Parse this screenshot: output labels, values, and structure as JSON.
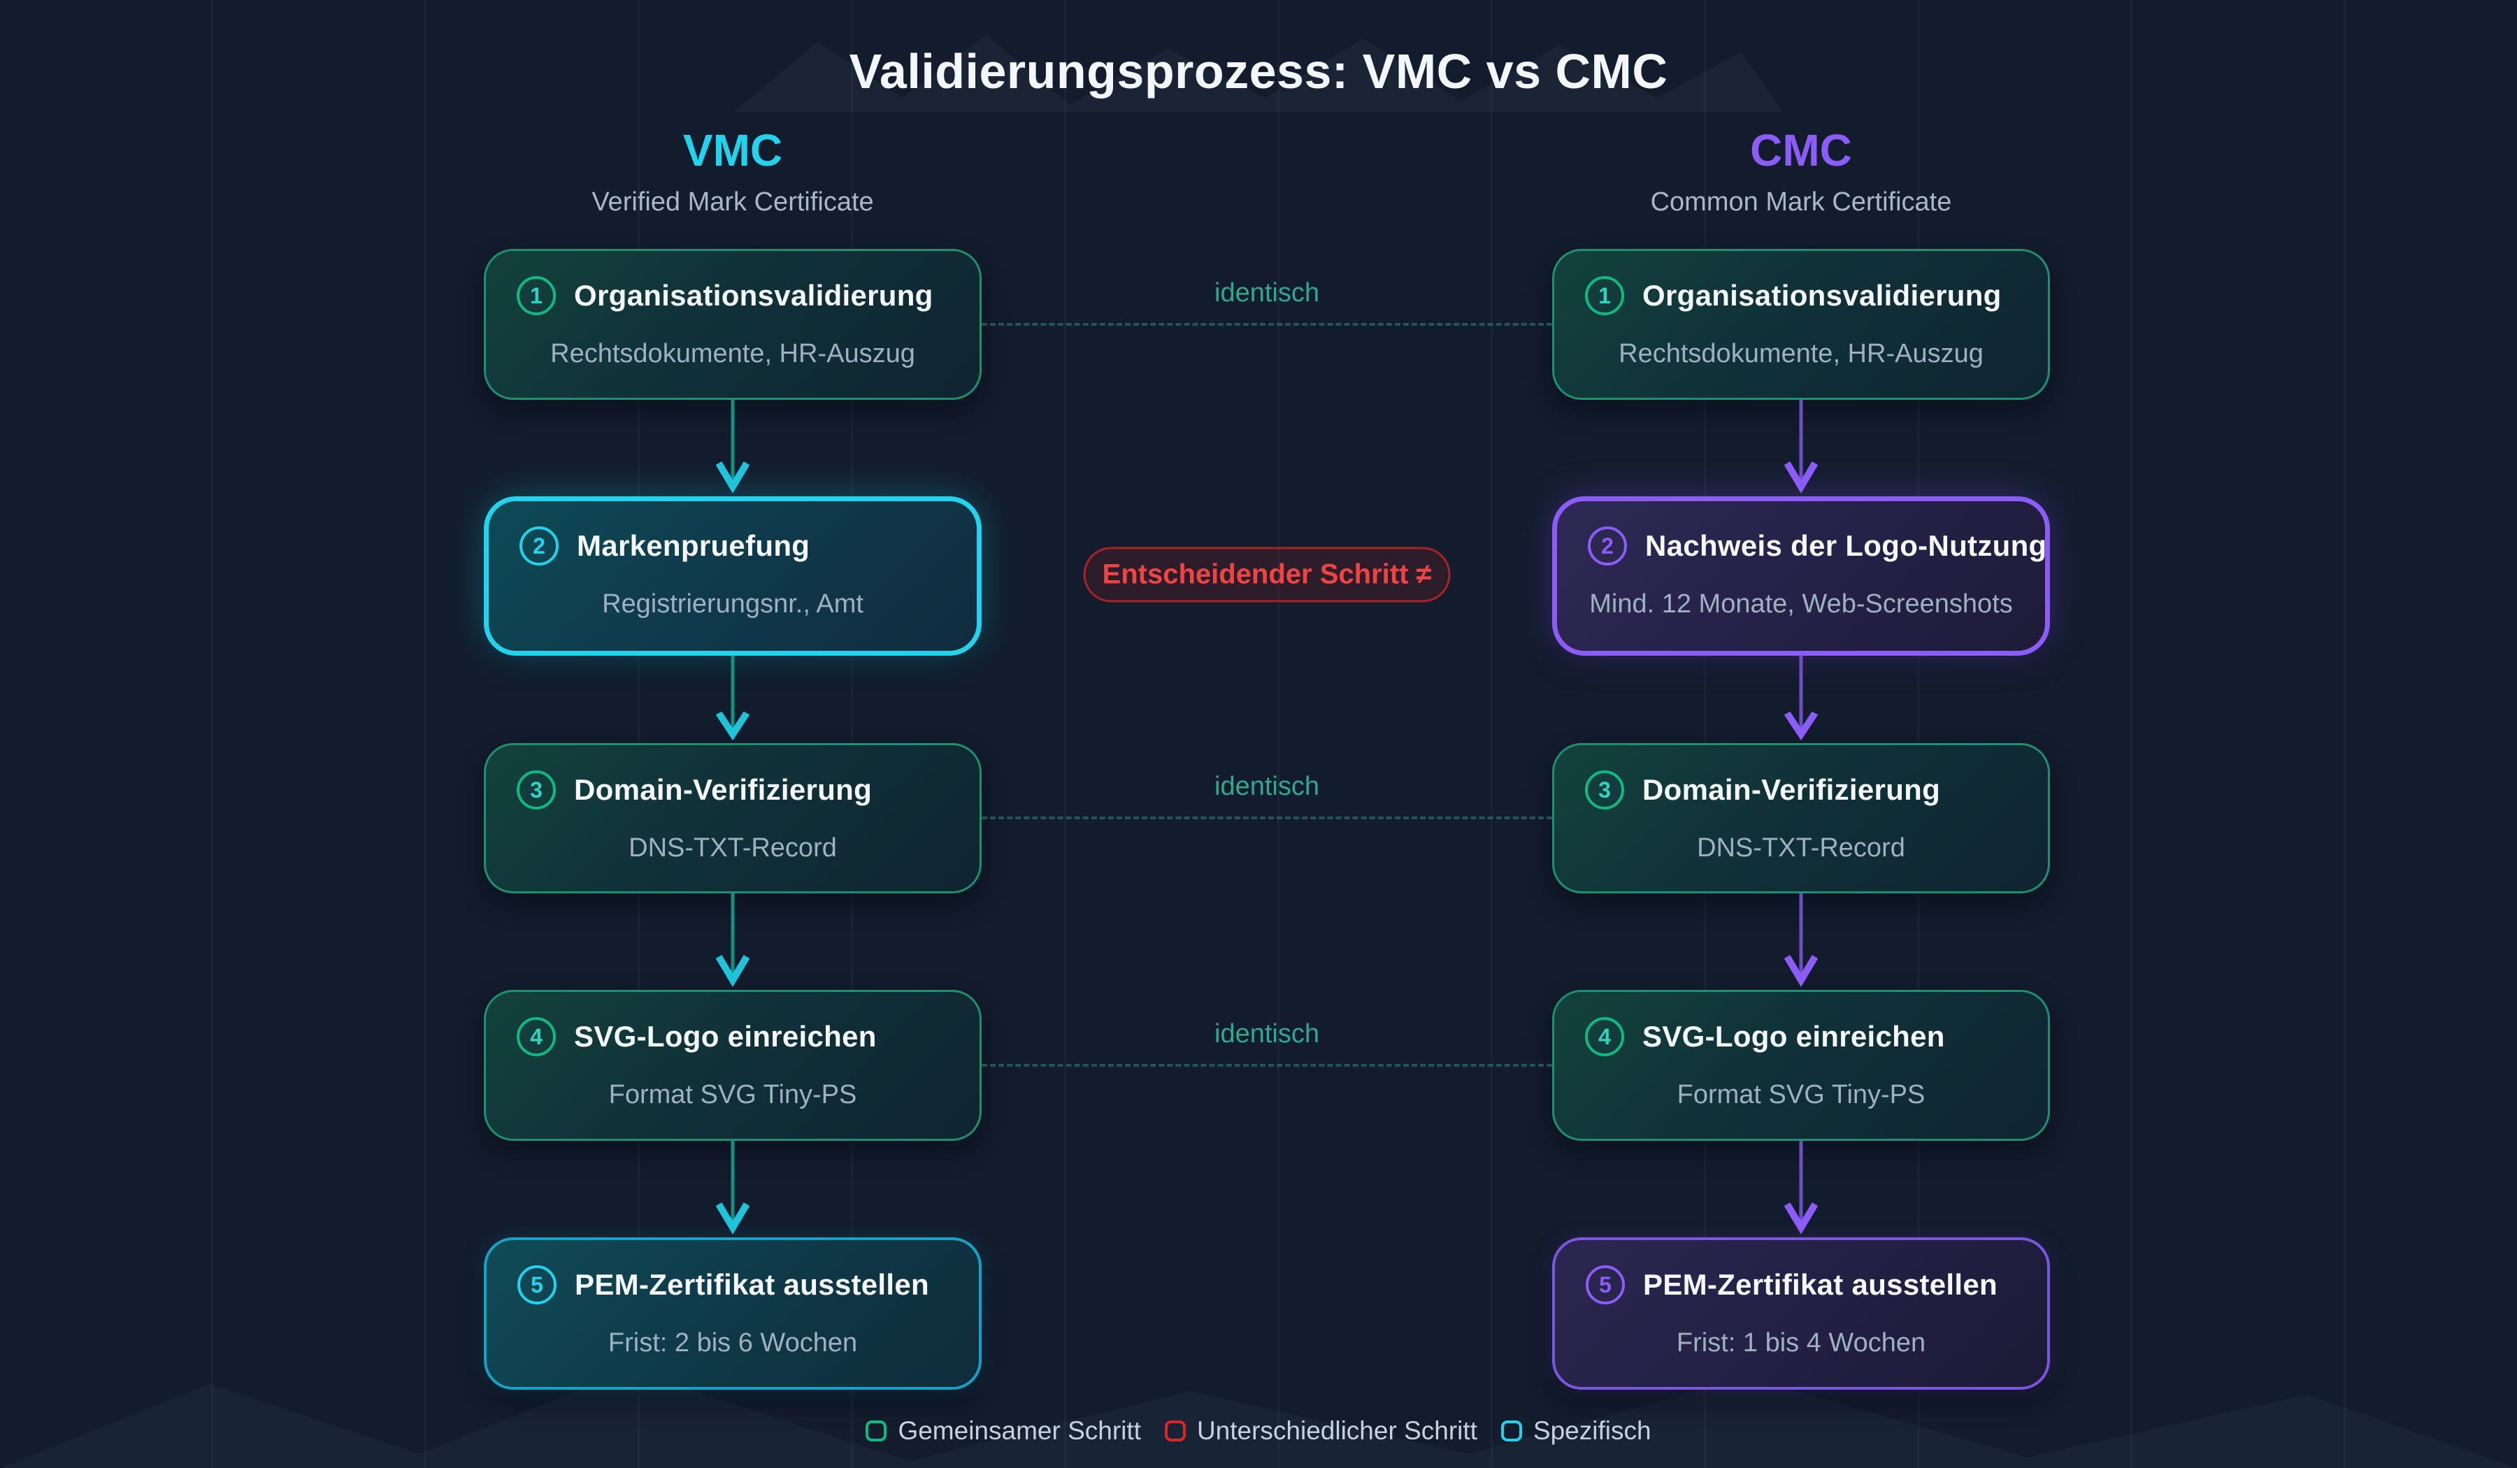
{
  "title": "Validierungsprozess: VMC vs CMC",
  "columns": {
    "vmc": {
      "abbr": "VMC",
      "name": "Verified Mark Certificate",
      "accent": "#22d3ee"
    },
    "cmc": {
      "abbr": "CMC",
      "name": "Common Mark Certificate",
      "accent": "#8b5cf6"
    }
  },
  "steps": [
    {
      "left": {
        "num": "1",
        "title": "Organisationsvalidierung",
        "subtitle": "Rechtsdokumente, HR-Auszug"
      },
      "right": {
        "num": "1",
        "title": "Organisationsvalidierung",
        "subtitle": "Rechtsdokumente, HR-Auszug"
      },
      "connector": {
        "type": "identical",
        "label": "identisch"
      }
    },
    {
      "left": {
        "num": "2",
        "title": "Markenpruefung",
        "subtitle": "Registrierungsnr., Amt"
      },
      "right": {
        "num": "2",
        "title": "Nachweis der Logo-Nutzung",
        "subtitle": "Mind. 12 Monate, Web-Screenshots"
      },
      "connector": {
        "type": "critical",
        "label": "Entscheidender Schritt ≠"
      }
    },
    {
      "left": {
        "num": "3",
        "title": "Domain-Verifizierung",
        "subtitle": "DNS-TXT-Record"
      },
      "right": {
        "num": "3",
        "title": "Domain-Verifizierung",
        "subtitle": "DNS-TXT-Record"
      },
      "connector": {
        "type": "identical",
        "label": "identisch"
      }
    },
    {
      "left": {
        "num": "4",
        "title": "SVG-Logo einreichen",
        "subtitle": "Format SVG Tiny-PS"
      },
      "right": {
        "num": "4",
        "title": "SVG-Logo einreichen",
        "subtitle": "Format SVG Tiny-PS"
      },
      "connector": {
        "type": "identical",
        "label": "identisch"
      }
    },
    {
      "left": {
        "num": "5",
        "title": "PEM-Zertifikat ausstellen",
        "subtitle": "Frist: 2 bis 6 Wochen"
      },
      "right": {
        "num": "5",
        "title": "PEM-Zertifikat ausstellen",
        "subtitle": "Frist: 1 bis 4 Wochen"
      },
      "connector": null
    }
  ],
  "legend": {
    "items": [
      {
        "label": "Gemeinsamer Schritt",
        "color": "#10b981"
      },
      {
        "label": "Unterschiedlicher Schritt",
        "color": "#dc2626"
      },
      {
        "label": "Spezifisch",
        "color": "#22d3ee"
      }
    ]
  },
  "colors": {
    "background": "#131c2d",
    "vmc_accent": "#22d3ee",
    "cmc_accent": "#8b5cf6",
    "shared_step_border": "#1f8f6f",
    "identical_label": "#30a88e",
    "critical_label": "#ef4444",
    "vmc_arrow_line": "#15907f",
    "vmc_arrow_head": "#1fc3da",
    "cmc_arrow_line": "#6d4fc4",
    "cmc_arrow_head": "#8b5cf6"
  }
}
